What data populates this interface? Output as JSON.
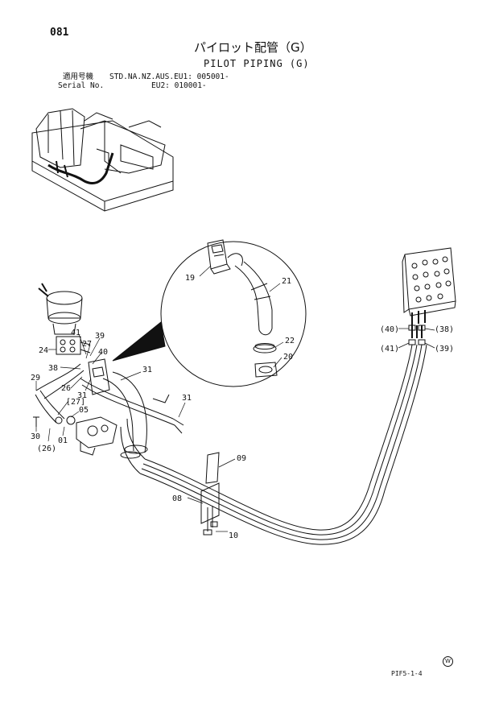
{
  "header": {
    "page_number": "081",
    "title_ja": "パイロット配管（G）",
    "title_en": "PILOT PIPING (G)",
    "applicability_label": "適用号機",
    "applicability_std": "STD.NA.NZ.AUS.EU1: 005001-",
    "serial_label": "Serial No.",
    "serial_eu2": "EU2: 010001-"
  },
  "callouts": {
    "c19": "19",
    "c21": "21",
    "c22": "22",
    "c20": "20",
    "c41": "41",
    "c39": "39",
    "c27": "27",
    "c40": "40",
    "c24": "24",
    "c38": "38",
    "c26": "26",
    "c31a": "31",
    "c31b": "31",
    "c31c": "31",
    "c29": "29",
    "c27p": "[27]",
    "c05": "05",
    "c01": "01",
    "c30": "30",
    "c26p": "(26)",
    "c09": "09",
    "c08": "08",
    "c10": "10",
    "c40p": "(40)",
    "c38p": "(38)",
    "c41p": "(41)",
    "c39p": "(39)"
  },
  "footer": {
    "code": "PIF5-1-4",
    "mark": "W"
  }
}
